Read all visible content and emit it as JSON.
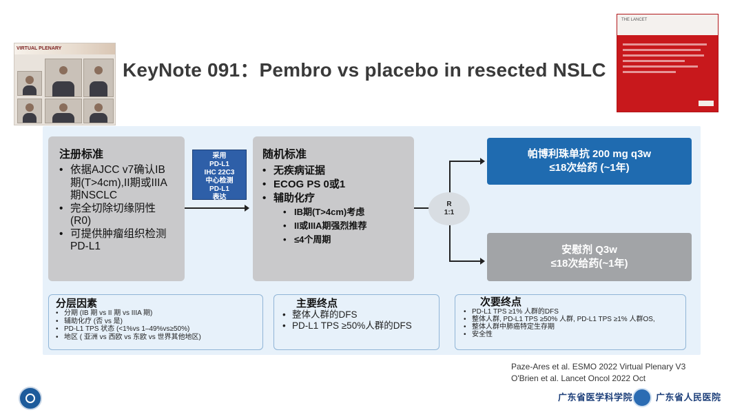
{
  "header": {
    "video_banner": "VIRTUAL PLENARY",
    "title": "KeyNote 091：Pembro vs placebo in resected NSLC",
    "journal_label": "THE LANCET"
  },
  "enrollment": {
    "heading": "注册标准",
    "items": [
      "依据AJCC v7确认IB期(T>4cm),II期或IIIA期NSCLC",
      "完全切除切缘阴性(R0)",
      "可提供肿瘤组织检测PD-L1"
    ]
  },
  "central_test": {
    "lines": [
      "采用",
      "PD-L1",
      "IHC 22C3",
      "中心检测",
      "PD-L1",
      "表达"
    ]
  },
  "randomization": {
    "heading": "随机标准",
    "items": [
      "无疾病证据",
      "ECOG PS 0或1",
      "辅助化疗"
    ],
    "sub_items": [
      "IB期(T>4cm)考虑",
      "II或IIIA期强烈推荐",
      "≤4个周期"
    ]
  },
  "ratio": {
    "label": "R",
    "value": "1:1"
  },
  "arms": {
    "pembro": {
      "line1": "帕博利珠单抗 200 mg q3w",
      "line2": "≤18次给药 (~1年)"
    },
    "placebo": {
      "line1": "安慰剂 Q3w",
      "line2": "≤18次给药(~1年)"
    }
  },
  "stratification": {
    "heading": "分层因素",
    "items": [
      "分期 (IB 期 vs II 期 vs IIIA 期)",
      "辅助化疗 (否 vs 是)",
      "PD-L1 TPS 状态 (<1%vs 1–49%vs≥50%)",
      "地区 ( 亚洲 vs 西欧 vs 东欧 vs 世界其他地区)"
    ]
  },
  "primary_endpoints": {
    "heading": "主要终点",
    "items": [
      "整体人群的DFS",
      "PD-L1 TPS ≥50%人群的DFS"
    ]
  },
  "secondary_endpoints": {
    "heading": "次要终点",
    "items": [
      "PD-L1 TPS ≥1% 人群的DFS",
      "整体人群, PD-L1 TPS ≥50% 人群, PD-L1 TPS ≥1% 人群OS,",
      "整体人群中肺癌特定生存期",
      "安全性"
    ]
  },
  "references": [
    "Paze-Ares et al. ESMO 2022 Virtual Plenary V3",
    "O'Brien et al. Lancet Oncol 2022 Oct"
  ],
  "footer": {
    "institution_1": "广东省医学科学院",
    "institution_2": "广东省人民医院"
  },
  "colors": {
    "arm_blue": "#1f6bb0",
    "arm_grey": "#a2a4a7",
    "central_box": "#2e5fa8",
    "slide_bg": "#e7f1fa"
  }
}
